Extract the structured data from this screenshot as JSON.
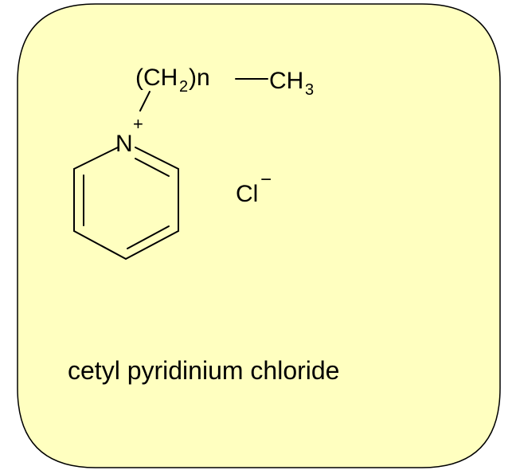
{
  "colors": {
    "card_fill": "#ffffc0",
    "card_stroke": "#000000",
    "bond_color": "#000000"
  },
  "structure": {
    "chain_open_paren": "(",
    "chain_ch": "CH",
    "chain_ch_subscript": "2",
    "chain_close_n": ")n",
    "terminal_ch": "CH",
    "terminal_subscript": "3",
    "nitrogen": "N",
    "nitrogen_charge": "+",
    "counter_ion": "Cl",
    "counter_ion_charge": "−"
  },
  "caption": "cetyl pyridinium chloride"
}
